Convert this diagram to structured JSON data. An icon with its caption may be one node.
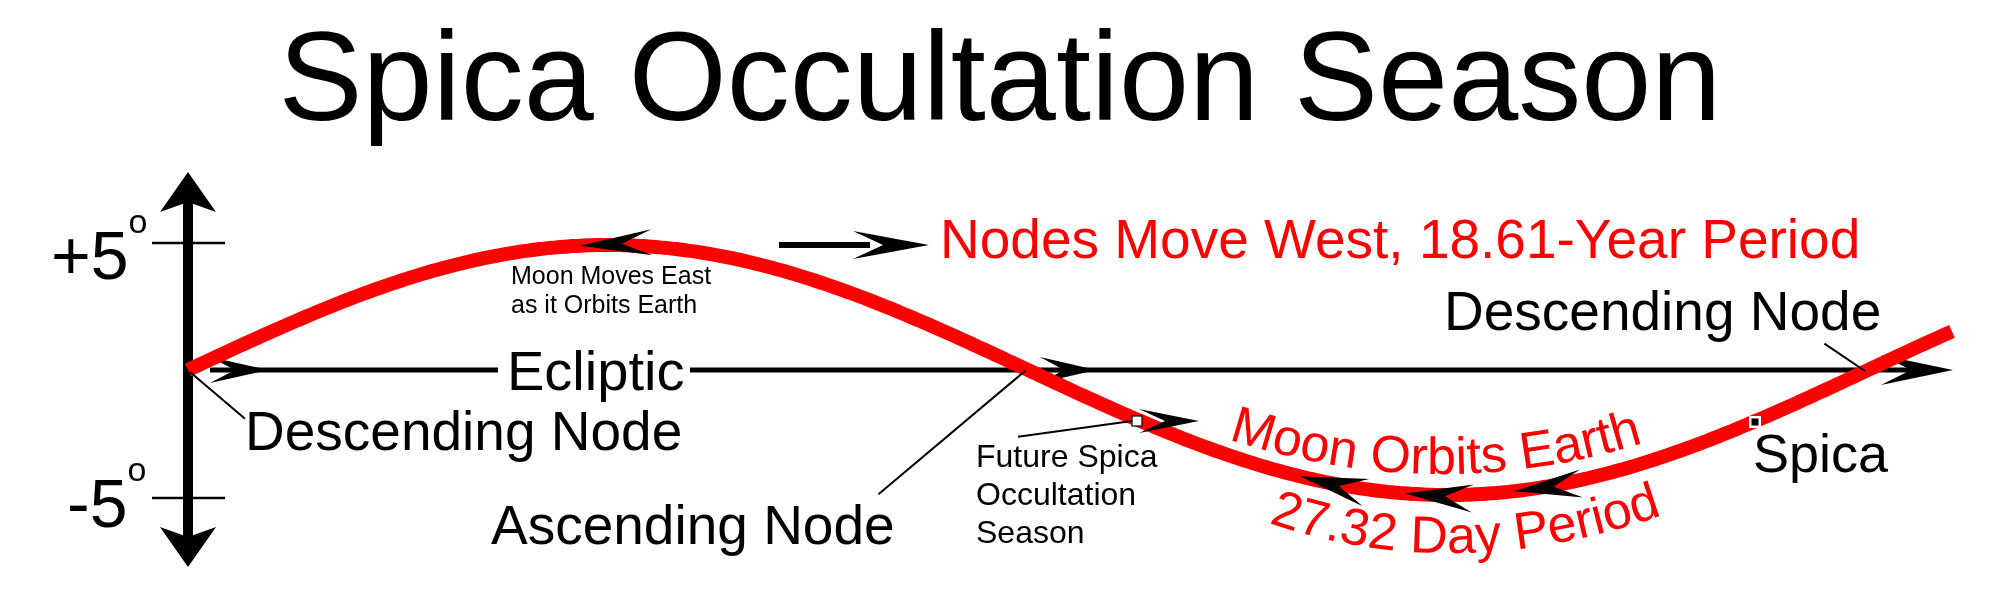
{
  "diagram": {
    "title": "Spica Occultation Season",
    "nodes": [
      {
        "text": [
          "Descending Node"
        ]
      },
      {
        "text": [
          "Descending Node"
        ]
      },
      {
        "text": [
          "Future Spica Occultation Season"
        ]
      },
      {
        "text": [],
        "shape": "box"
      },
      {
        "text": [
          "Ascending Node"
        ]
      }
    ],
    "edges": [
      {
        "from": 0,
        "to": null,
        "arrow": "none"
      },
      {
        "from": 1,
        "to": null,
        "arrow": "none"
      },
      {
        "from": 2,
        "to": 3,
        "arrow": "none"
      },
      {
        "from": 4,
        "to": null,
        "arrow": "none"
      }
    ],
    "labels": [
      "+5$^{o}$",
      "Nodes Move West, 18.61-Year Period",
      "Moon Moves East as it Orbits Earth",
      "Ecliptic",
      "Moon Orbits Earth",
      "Spica",
      "-5$^{o}$",
      "27.32 Day Period"
    ]
  }
}
